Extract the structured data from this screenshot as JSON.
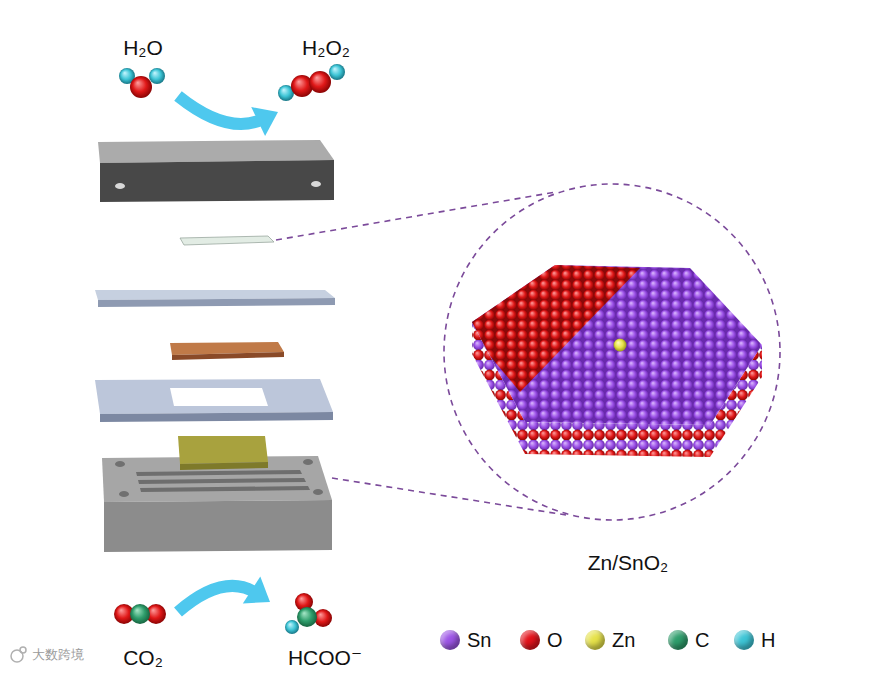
{
  "diagram": {
    "nodes": [
      {
        "text": [
          "H₂O"
        ]
      },
      {
        "text": [
          "H₂O₂"
        ]
      },
      {
        "text": [
          "CO₂"
        ]
      },
      {
        "text": [
          "HCOO⁻"
        ]
      }
    ],
    "edges": [
      {
        "from": 0,
        "to": 1,
        "arrow": "to"
      },
      {
        "from": 2,
        "to": 3,
        "arrow": "to"
      }
    ],
    "labels": [
      "Zn/SnO₂",
      "大数跨境"
    ],
    "legend": [
      {
        "text": "Sn",
        "color": "#9d55e6"
      },
      {
        "text": "O",
        "color": "#e3121b"
      },
      {
        "text": "Zn",
        "color": "#e6e24a"
      },
      {
        "text": "C",
        "color": "#2f9e6c"
      },
      {
        "text": "H",
        "color": "#3ec5d6"
      }
    ]
  }
}
